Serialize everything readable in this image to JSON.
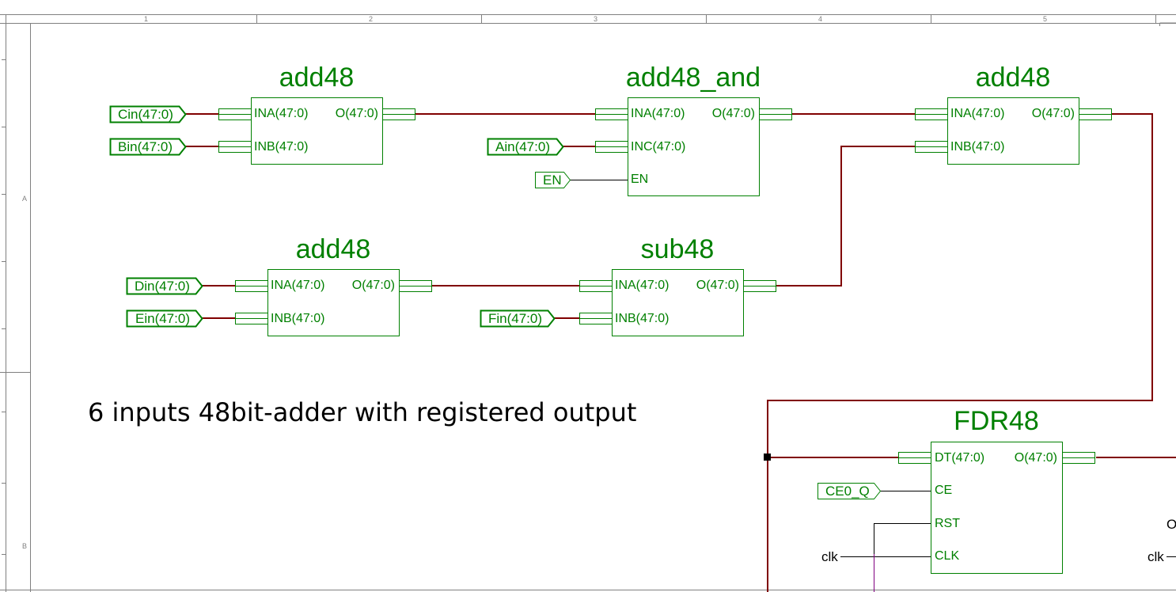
{
  "colors": {
    "wire_bus": "#800000",
    "wire_single": "#000000",
    "symbol": "#008000",
    "frame": "#808080",
    "background": "#ffffff"
  },
  "ruler": {
    "top": [
      "1",
      "2",
      "3",
      "4",
      "5"
    ],
    "left": [
      "A",
      "B"
    ]
  },
  "caption": "6 inputs 48bit-adder with registered output",
  "blocks": {
    "add48_1": {
      "title": "add48",
      "in1": "INA(47:0)",
      "in2": "INB(47:0)",
      "out": "O(47:0)"
    },
    "add48_and": {
      "title": "add48_and",
      "in1": "INA(47:0)",
      "in2": "INC(47:0)",
      "in3": "EN",
      "out": "O(47:0)"
    },
    "add48_3": {
      "title": "add48",
      "in1": "INA(47:0)",
      "in2": "INB(47:0)",
      "out": "O(47:0)"
    },
    "add48_2": {
      "title": "add48",
      "in1": "INA(47:0)",
      "in2": "INB(47:0)",
      "out": "O(47:0)"
    },
    "sub48": {
      "title": "sub48",
      "in1": "INA(47:0)",
      "in2": "INB(47:0)",
      "out": "O(47:0)"
    },
    "fdr48": {
      "title": "FDR48",
      "in1": "DT(47:0)",
      "in2": "CE",
      "in3": "RST",
      "in4": "CLK",
      "out": "O(47:0)"
    }
  },
  "ports": {
    "cin": "Cin(47:0)",
    "bin": "Bin(47:0)",
    "ain": "Ain(47:0)",
    "en": "EN",
    "din": "Din(47:0)",
    "ein": "Ein(47:0)",
    "fin": "Fin(47:0)",
    "ce0q": "CE0_Q"
  },
  "net_labels": {
    "clk1": "clk",
    "clk2": "clk",
    "o_partial": "O"
  }
}
